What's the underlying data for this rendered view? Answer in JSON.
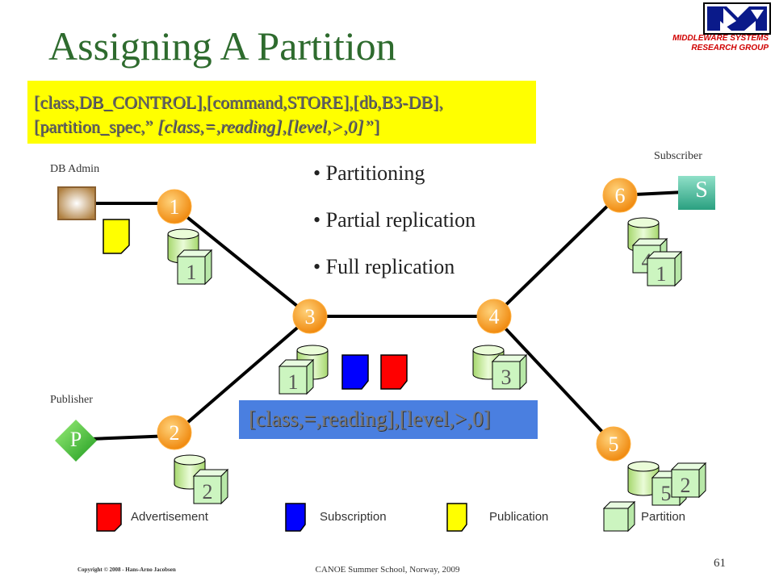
{
  "title": "Assigning A Partition",
  "logo_text": {
    "line1": "MIDDLEWARE SYSTEMS",
    "line2": "RESEARCH GROUP"
  },
  "message": {
    "line1": "[class,DB_CONTROL],[command,STORE],[db,B3-DB],",
    "line2_prefix": "[partition_spec,”",
    "line2_italic": " [class,=,reading],[level,>,0]”",
    "line2_suffix": "]"
  },
  "labels": {
    "db_admin": "DB Admin",
    "subscriber": "Subscriber",
    "publisher": "Publisher"
  },
  "bullets": [
    "Partitioning",
    "Partial replication",
    "Full replication"
  ],
  "filter_text": "[class,=,reading],[level,>,0]",
  "nodes": [
    "1",
    "2",
    "3",
    "4",
    "5",
    "6"
  ],
  "client_letters": {
    "subscriber": "S",
    "publisher": "P"
  },
  "partitions": {
    "node1": [
      "1"
    ],
    "node2": [
      "2"
    ],
    "node3": [
      "1"
    ],
    "node4": [
      "3"
    ],
    "node5": [
      "5",
      "2"
    ],
    "node6": [
      "4",
      "1"
    ]
  },
  "legend": [
    "Advertisement",
    "Subscription",
    "Publication",
    "Partition"
  ],
  "footer": "CANOE Summer School, Norway, 2009",
  "copyright": "Copyright © 2008 - Hans-Arno Jacobsen",
  "page_number": "61",
  "colors": {
    "title": "#2e6b2e",
    "node": "#f5a030",
    "message_box": "#ffff00",
    "filter_box": "#4a7fe0",
    "advertisement": "#ff0000",
    "subscription": "#0000ff",
    "publication": "#ffff00",
    "partition": "#ccf5c0"
  }
}
